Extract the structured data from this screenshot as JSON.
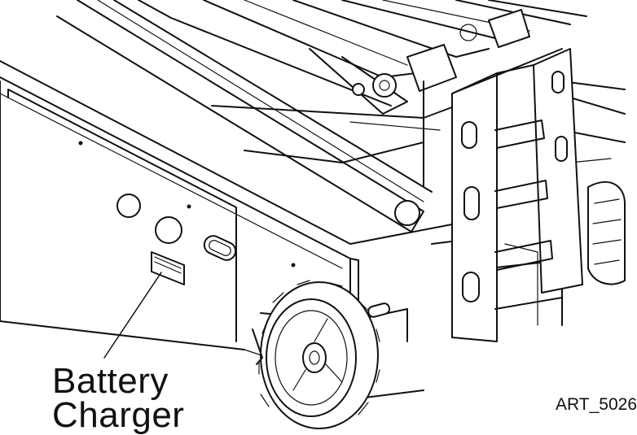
{
  "callout": {
    "line1": "Battery",
    "line2": "Charger"
  },
  "reference": "ART_5026",
  "colors": {
    "line": "#111111",
    "background": "#ffffff"
  }
}
